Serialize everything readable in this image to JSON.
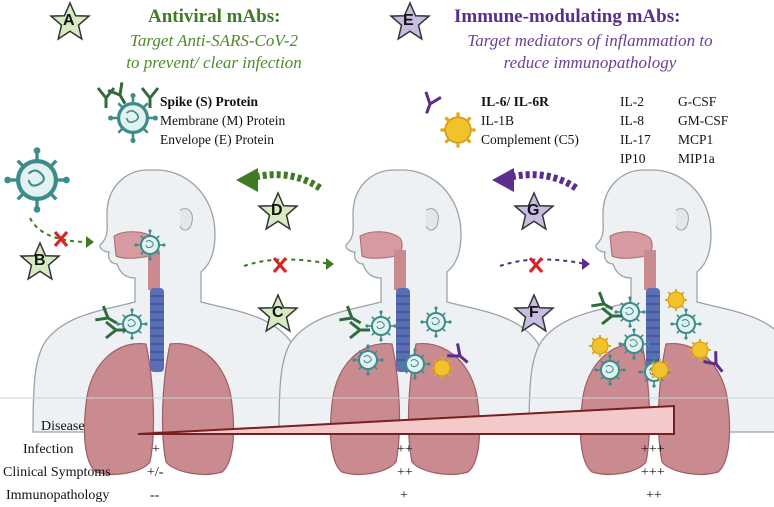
{
  "panel_a": {
    "star": "A",
    "title": "Antiviral mAbs:",
    "subtitle_1": "Target Anti-SARS-CoV-2",
    "subtitle_2": "to prevent/ clear infection",
    "targets": [
      "Spike (S) Protein",
      "Membrane (M) Protein",
      "Envelope (E) Protein"
    ]
  },
  "panel_e": {
    "star": "E",
    "title": "Immune-modulating mAbs:",
    "subtitle_1": "Target mediators of inflammation to",
    "subtitle_2": "reduce immunopathology",
    "targets_col1": [
      "IL-6/ IL-6R",
      "IL-1B",
      "Complement (C5)"
    ],
    "targets_col2": [
      "IL-2",
      "IL-8",
      "IL-17",
      "IP10"
    ],
    "targets_col3": [
      "G-CSF",
      "GM-CSF",
      "MCP1",
      "MIP1a"
    ]
  },
  "stars": {
    "b": "B",
    "c": "C",
    "d": "D",
    "f": "F",
    "g": "G"
  },
  "table": {
    "rows": [
      {
        "label": "Disease",
        "v1": "",
        "v2": "",
        "v3": ""
      },
      {
        "label": "Infection",
        "v1": "+",
        "v2": "++",
        "v3": "+++"
      },
      {
        "label": "Clinical Symptoms",
        "v1": "+/-",
        "v2": "++",
        "v3": "+++"
      },
      {
        "label": "Immunopathology",
        "v1": "--",
        "v2": "+",
        "v3": "++"
      }
    ]
  },
  "colors": {
    "green": "#3f7a24",
    "purple": "#5b2d8c",
    "lung": "#c98a90",
    "trachea": "#5a6fb3",
    "disease_wedge": "#f4c9c9",
    "disease_border": "#7a1f1f"
  }
}
